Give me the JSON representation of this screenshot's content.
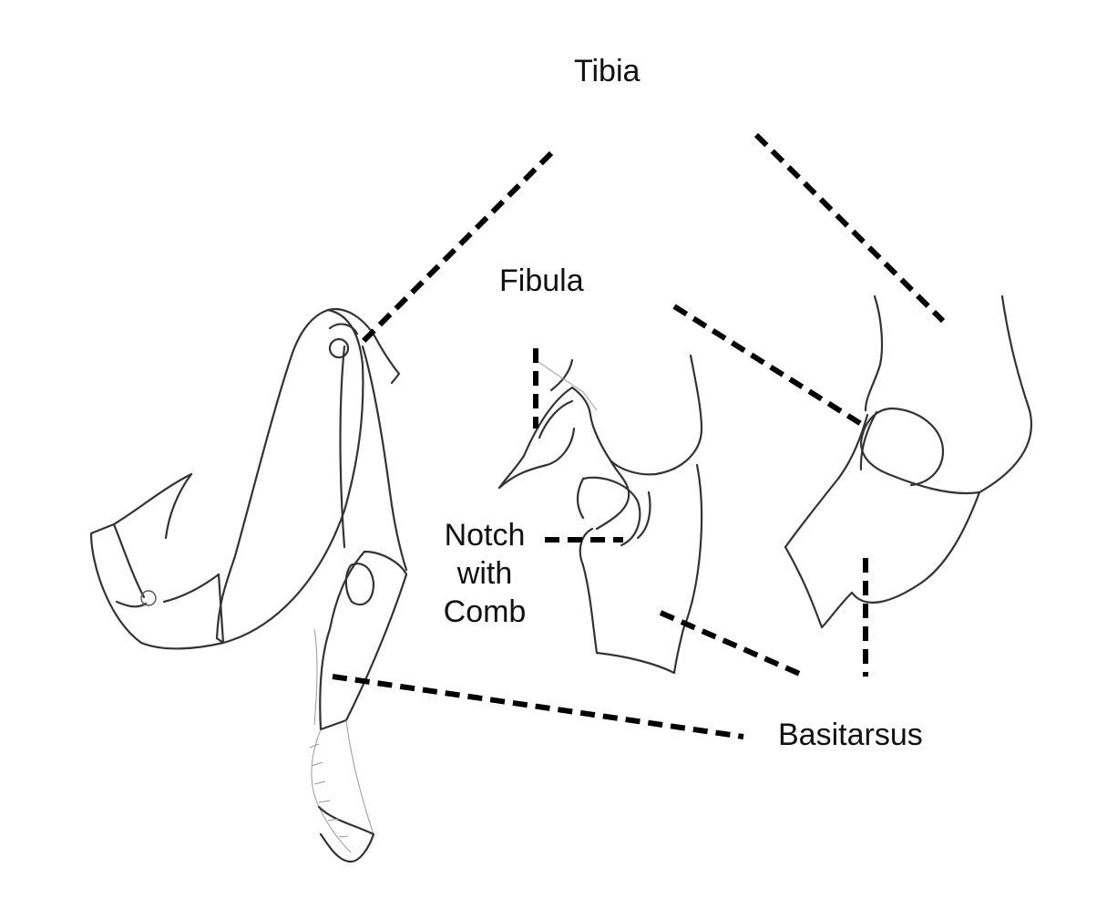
{
  "labels": {
    "tibia": "Tibia",
    "fibula": "Fibula",
    "notch_line1": "Notch",
    "notch_line2": "with",
    "notch_line3": "Comb",
    "basitarsus": "Basitarsus"
  },
  "colors": {
    "background": "#ffffff",
    "ink": "#333333",
    "leader": "#000000"
  }
}
